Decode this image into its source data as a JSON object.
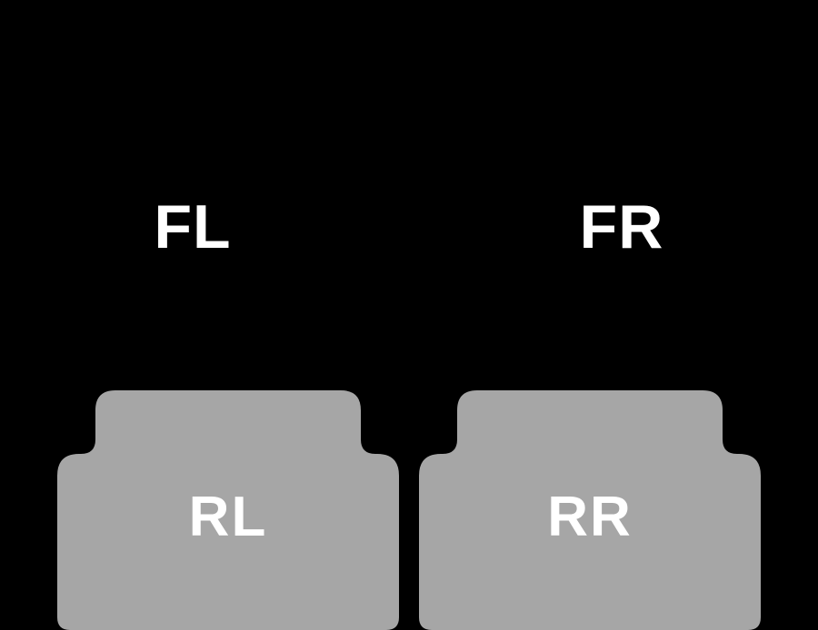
{
  "figure": {
    "background_color": "#000000",
    "mat_color": "#a6a6a6",
    "label_color": "#ffffff",
    "positions": {
      "front_left": "FL",
      "front_right": "FR",
      "rear_left": "RL",
      "rear_right": "RR"
    }
  }
}
